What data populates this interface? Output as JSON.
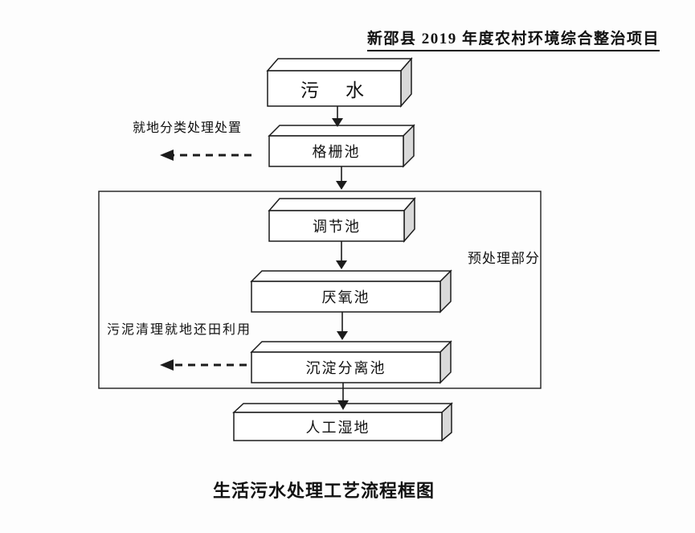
{
  "header": {
    "title": "新邵县 2019 年度农村环境综合整治项目"
  },
  "caption": {
    "text": "生活污水处理工艺流程框图"
  },
  "flowchart": {
    "nodes": [
      {
        "id": "sewage",
        "label": "污　水"
      },
      {
        "id": "grid-pool",
        "label": "格栅池"
      },
      {
        "id": "regulating-pool",
        "label": "调节池"
      },
      {
        "id": "anaerobic-pool",
        "label": "厌氧池"
      },
      {
        "id": "sedimentation-pool",
        "label": "沉淀分离池"
      },
      {
        "id": "constructed-wetland",
        "label": "人工湿地"
      }
    ],
    "edges": [
      "污水 → 格栅池",
      "格栅池 → 调节池",
      "调节池 → 厌氧池",
      "厌氧池 → 沉淀分离池",
      "沉淀分离池 → 人工湿地"
    ],
    "group_label": "预处理部分",
    "annotations": [
      {
        "label": "就地分类处理处置",
        "arrow": "dashed-left",
        "from": "格栅池"
      },
      {
        "label": "污泥清理就地还田利用",
        "arrow": "dashed-left",
        "from": "沉淀分离池"
      }
    ],
    "colors": {
      "line": "#1c1c1c",
      "box_face": "#ffffff",
      "box_side": "#d9d9d9",
      "background": "#fdfdfd",
      "ink": "#111111"
    }
  }
}
